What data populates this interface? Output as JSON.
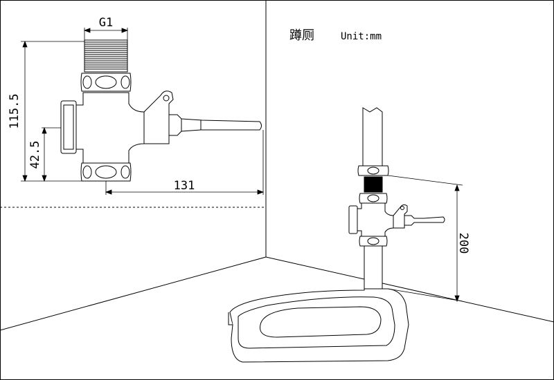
{
  "header": {
    "title": "蹲厕",
    "unit": "Unit:mm"
  },
  "valve_view": {
    "thread_label": "G1",
    "height_label": "115.5",
    "inlet_height_label": "42.5",
    "length_label": "131"
  },
  "installation_view": {
    "height_label": "200"
  }
}
